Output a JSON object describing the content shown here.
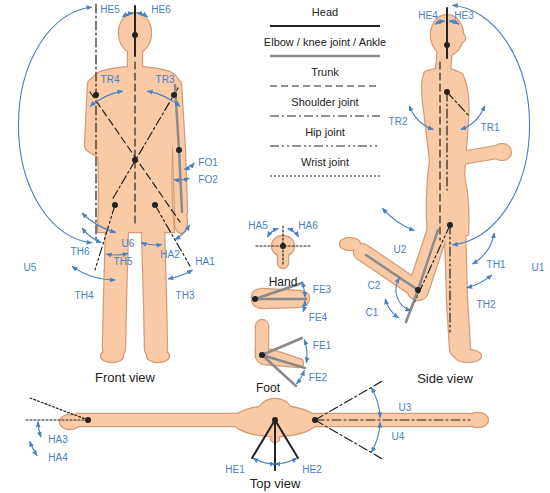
{
  "diagram": {
    "labels": [
      "HE5",
      "HE6",
      "TR4",
      "TR3",
      "U5",
      "FO1",
      "FO2",
      "U6",
      "TH6",
      "TH5",
      "HA2",
      "HA1",
      "TH4",
      "TH3",
      "Front view",
      "HA5",
      "HA6",
      "Hand",
      "FE3",
      "FE4",
      "FE1",
      "FE2",
      "Foot",
      "HE4",
      "HE3",
      "TR2",
      "TR1",
      "U1",
      "U2",
      "TH1",
      "C2",
      "C1",
      "TH2",
      "Side view",
      "HA3",
      "HA4",
      "U3",
      "U4",
      "HE1",
      "HE2",
      "Top view"
    ],
    "legend": [
      {
        "text": "Head"
      },
      {
        "text": "Elbow / knee joint / Ankle"
      },
      {
        "text": "Trunk"
      },
      {
        "text": "Shoulder joint"
      },
      {
        "text": "Hip joint"
      },
      {
        "text": "Wrist joint"
      }
    ]
  }
}
